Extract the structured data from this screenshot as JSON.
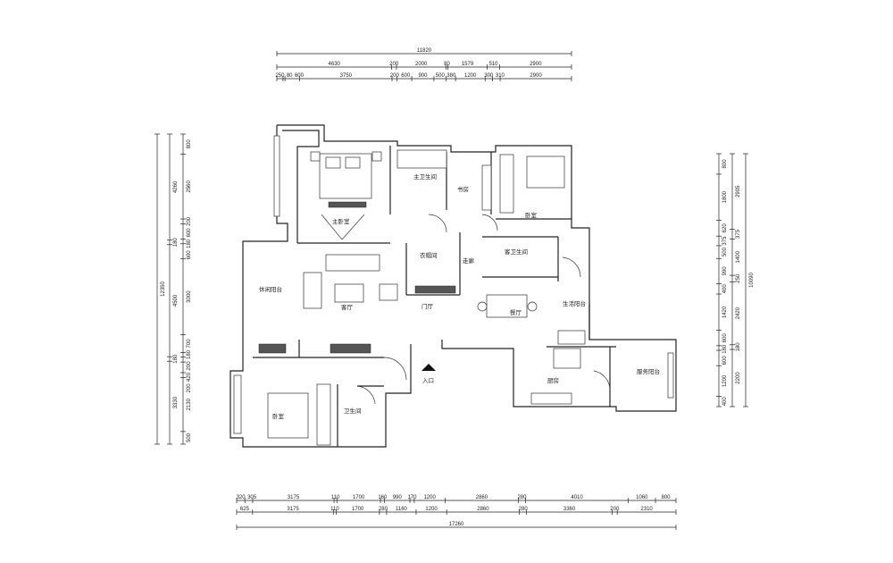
{
  "rooms": {
    "master_bedroom": "主卧室",
    "master_bath": "主卫生间",
    "study": "书房",
    "bedroom": "卧室",
    "cloakroom": "衣帽间",
    "leisure_balcony": "休闲阳台",
    "living_room": "客厅",
    "foyer": "门厅",
    "corridor": "走廊",
    "guest_bath": "客卫生间",
    "dining_room": "餐厅",
    "utility_balcony": "生活阳台",
    "kitchen": "厨房",
    "service_balcony": "服务阳台",
    "entrance": "入口",
    "bedroom_2": "卧室",
    "bathroom": "卫生间"
  },
  "dimensions": {
    "top": {
      "total": "11820",
      "row1": [
        "4630",
        "200",
        "2000",
        "80",
        "1579",
        "510",
        "2900"
      ],
      "row2": [
        "250",
        "80",
        "600",
        "3750",
        "200",
        "600",
        "900",
        "500",
        "380",
        "1200",
        "300",
        "310",
        "2900"
      ]
    },
    "bottom": {
      "row1": [
        "320",
        "305",
        "3175",
        "110",
        "1700",
        "160",
        "990",
        "170",
        "1200",
        "2860",
        "280",
        "4010",
        "1060",
        "800"
      ],
      "row2": [
        "625",
        "3175",
        "110",
        "1700",
        "280",
        "1160",
        "1200",
        "2860",
        "280",
        "3360",
        "200",
        "2310"
      ],
      "total": "17260"
    },
    "left": {
      "total": "12350",
      "row1": [
        "4260",
        "180",
        "4500",
        "180",
        "3330"
      ],
      "row2": [
        "800",
        "2560",
        "200",
        "600",
        "180",
        "600",
        "3000",
        "700",
        "180",
        "200",
        "420",
        "200",
        "2130",
        "500"
      ]
    },
    "right": {
      "row1": [
        "800",
        "1800",
        "620",
        "375",
        "500",
        "990",
        "400",
        "1420",
        "600",
        "180",
        "600",
        "1200",
        "400"
      ],
      "row2": [
        "2905",
        "375",
        "1400",
        "250",
        "2420",
        "180",
        "2200"
      ],
      "total": "10090"
    }
  }
}
